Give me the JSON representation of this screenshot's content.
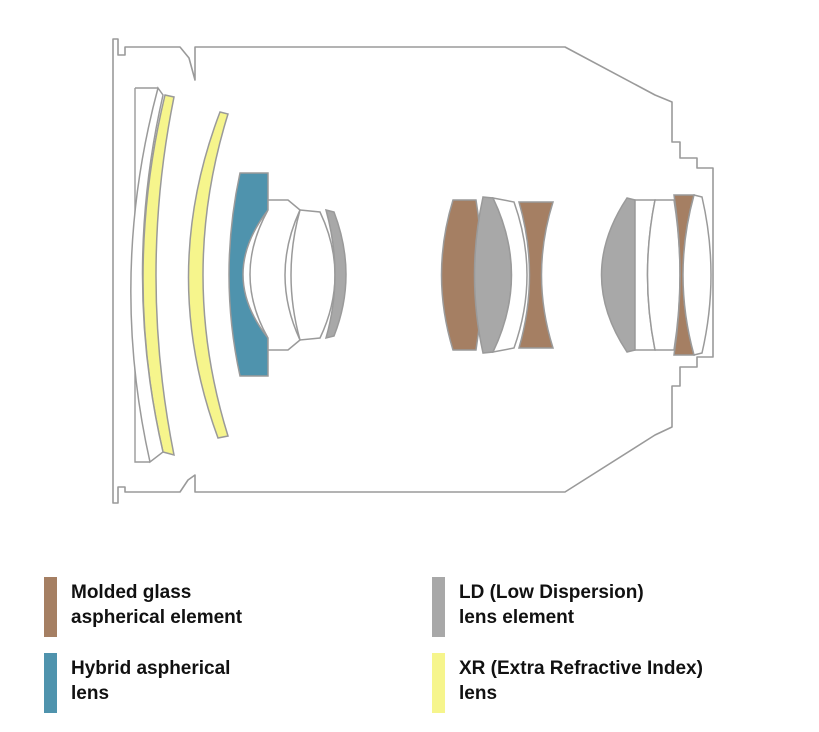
{
  "colors": {
    "outline": "#9a9a9a",
    "molded": "#a57f63",
    "hybrid": "#4f93ad",
    "ld": "#a8a8a8",
    "xr": "#f6f58c",
    "plain": "#ffffff"
  },
  "legend": [
    {
      "key": "molded",
      "line1": "Molded glass",
      "line2": "aspherical element"
    },
    {
      "key": "hybrid",
      "line1": "Hybrid aspherical",
      "line2": "lens"
    },
    {
      "key": "ld",
      "line1": "LD (Low Dispersion)",
      "line2": "lens element"
    },
    {
      "key": "xr",
      "line1": "XR (Extra Refractive Index)",
      "line2": "lens"
    }
  ],
  "elements": [
    {
      "kind": "xr"
    },
    {
      "kind": "xr"
    },
    {
      "kind": "plain"
    },
    {
      "kind": "hybrid"
    },
    {
      "kind": "plain"
    },
    {
      "kind": "plain"
    },
    {
      "kind": "ld"
    },
    {
      "kind": "molded"
    },
    {
      "kind": "ld"
    },
    {
      "kind": "plain"
    },
    {
      "kind": "molded"
    },
    {
      "kind": "ld"
    },
    {
      "kind": "plain"
    },
    {
      "kind": "plain"
    },
    {
      "kind": "molded"
    },
    {
      "kind": "plain"
    }
  ]
}
